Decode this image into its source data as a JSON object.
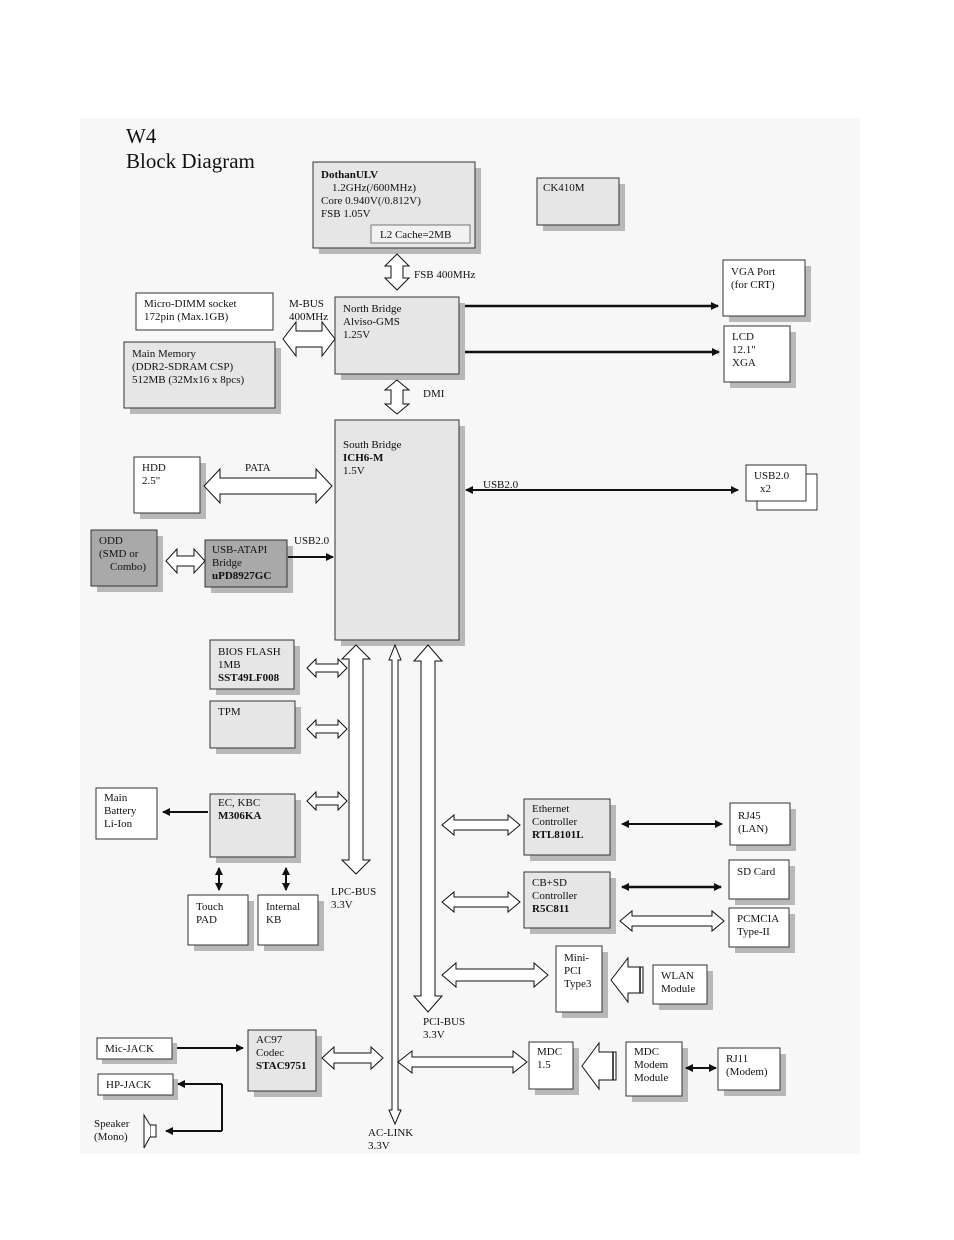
{
  "title": [
    "W4",
    "Block Diagram"
  ],
  "blocks": {
    "cpu": {
      "lines": [
        "DothanULV",
        "1.2GHz(/600MHz)",
        "Core 0.940V(/0.812V)",
        "FSB 1.05V"
      ],
      "cache": "L2 Cache=2MB"
    },
    "clock": {
      "lines": [
        "CK410M"
      ]
    },
    "north_bridge": {
      "lines": [
        "North Bridge",
        "Alviso-GMS",
        "1.25V"
      ]
    },
    "micro_dimm": {
      "lines": [
        "Micro-DIMM socket",
        "172pin (Max.1GB)"
      ]
    },
    "main_memory": {
      "lines": [
        "Main Memory",
        "(DDR2-SDRAM CSP)",
        "512MB (32Mx16 x 8pcs)"
      ]
    },
    "vga": {
      "lines": [
        "VGA Port",
        "(for CRT)"
      ]
    },
    "lcd": {
      "lines": [
        "LCD",
        "12.1\"",
        "XGA"
      ]
    },
    "south_bridge": {
      "lines": [
        "South Bridge",
        "ICH6-M",
        "1.5V"
      ]
    },
    "hdd": {
      "lines": [
        "HDD",
        "2.5\""
      ]
    },
    "usb": {
      "lines": [
        "USB2.0",
        "x2"
      ]
    },
    "odd": {
      "lines": [
        "ODD",
        "(SMD or",
        "Combo)"
      ]
    },
    "usb_atapi": {
      "lines": [
        "USB-ATAPI",
        "Bridge",
        "uPD8927GC"
      ]
    },
    "bios": {
      "lines": [
        "BIOS FLASH",
        "1MB",
        "SST49LF008"
      ]
    },
    "tpm": {
      "lines": [
        "TPM"
      ]
    },
    "ec": {
      "lines": [
        "EC, KBC",
        "M306KA"
      ]
    },
    "battery": {
      "lines": [
        "Main",
        "Battery",
        "Li-Ion"
      ]
    },
    "touchpad": {
      "lines": [
        "Touch",
        "PAD"
      ]
    },
    "internal_kb": {
      "lines": [
        "Internal",
        "KB"
      ]
    },
    "ethernet": {
      "lines": [
        "Ethernet",
        "Controller",
        "RTL8101L"
      ]
    },
    "rj45": {
      "lines": [
        "RJ45",
        "(LAN)"
      ]
    },
    "cardbus": {
      "lines": [
        "CB+SD",
        "Controller",
        "R5C811"
      ]
    },
    "sd_card": {
      "lines": [
        "SD Card"
      ]
    },
    "pcmcia": {
      "lines": [
        "PCMCIA",
        "Type-II"
      ]
    },
    "minipci": {
      "lines": [
        "Mini-",
        "PCI",
        "Type3"
      ]
    },
    "wlan": {
      "lines": [
        "WLAN",
        "Module"
      ]
    },
    "mdc": {
      "lines": [
        "MDC",
        "1.5"
      ]
    },
    "mdc_module": {
      "lines": [
        "MDC",
        "Modem",
        "Module"
      ]
    },
    "rj11": {
      "lines": [
        "RJ11",
        "(Modem)"
      ]
    },
    "ac97": {
      "lines": [
        "AC97",
        "Codec",
        "STAC9751"
      ]
    },
    "mic": {
      "lines": [
        "Mic-JACK"
      ]
    },
    "hp": {
      "lines": [
        "HP-JACK"
      ]
    },
    "speaker": {
      "lines": [
        "Speaker",
        "(Mono)"
      ]
    }
  },
  "labels": {
    "fsb": "FSB 400MHz",
    "mbus": [
      "M-BUS",
      "400MHz"
    ],
    "dmi": "DMI",
    "pata": "PATA",
    "usb_main": "USB2.0",
    "usb_odd": "USB2.0",
    "lpc": [
      "LPC-BUS",
      "3.3V"
    ],
    "pci": [
      "PCI-BUS",
      "3.3V"
    ],
    "aclink": [
      "AC-LINK",
      "3.3V"
    ]
  },
  "colors": {
    "gray_fill": "#e6e6e6",
    "dark_fill": "#a9a9a9",
    "shadow": "#b8b8b8",
    "background_panel": "#f7f7f7"
  }
}
